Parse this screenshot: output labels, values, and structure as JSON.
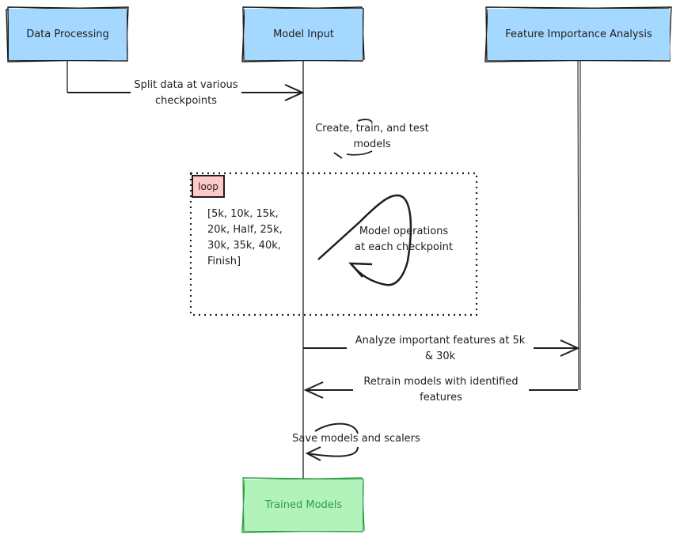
{
  "colors": {
    "participant_fill": "#a5d8ff",
    "terminal_fill": "#b2f2bb",
    "terminal_text": "#2f9e44",
    "loop_tag_fill": "#ffc9c9",
    "stroke": "#1e1e1e"
  },
  "participants": [
    {
      "id": "data-processing",
      "label": "Data Processing"
    },
    {
      "id": "model-input",
      "label": "Model Input"
    },
    {
      "id": "feature-importance",
      "label": "Feature Importance Analysis"
    }
  ],
  "terminal": {
    "label": "Trained Models"
  },
  "messages": [
    {
      "id": "split",
      "label": "Split data at various\ncheckpoints"
    },
    {
      "id": "create",
      "label": "Create, train, and test\nmodels"
    },
    {
      "id": "analyze",
      "label": "Analyze important features at 5k\n& 30k"
    },
    {
      "id": "retrain",
      "label": "Retrain models with identified\nfeatures"
    },
    {
      "id": "save",
      "label": "Save models and scalers"
    }
  ],
  "loop": {
    "tag": "loop",
    "condition": "[5k, 10k, 15k,\n20k, Half, 25k,\n30k, 35k, 40k,\nFinish]",
    "self_message": "Model operations\nat each checkpoint"
  }
}
